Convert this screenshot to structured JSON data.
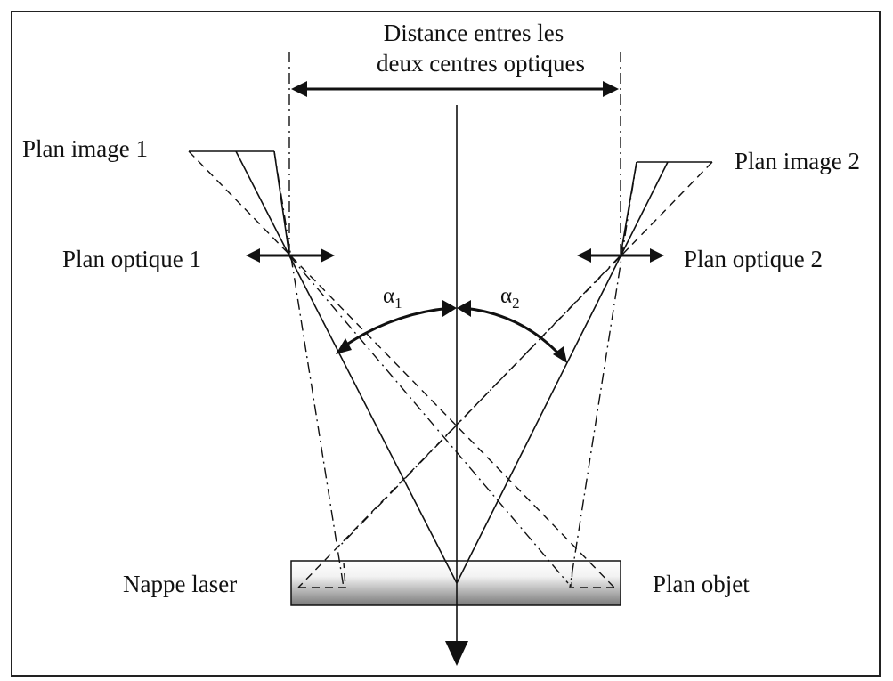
{
  "labels": {
    "distance_line1": "Distance entres les",
    "distance_line2": "deux centres optiques",
    "plan_image_1": "Plan image 1",
    "plan_image_2": "Plan image 2",
    "plan_optique_1": "Plan optique 1",
    "plan_optique_2": "Plan optique 2",
    "nappe_laser": "Nappe laser",
    "plan_objet": "Plan objet",
    "alpha_1_symbol": "α",
    "alpha_1_sub": "1",
    "alpha_2_symbol": "α",
    "alpha_2_sub": "2"
  },
  "colors": {
    "line": "#111111",
    "frame": "#222222",
    "object_top": "#ffffff",
    "object_bottom": "#7a7a7a"
  }
}
